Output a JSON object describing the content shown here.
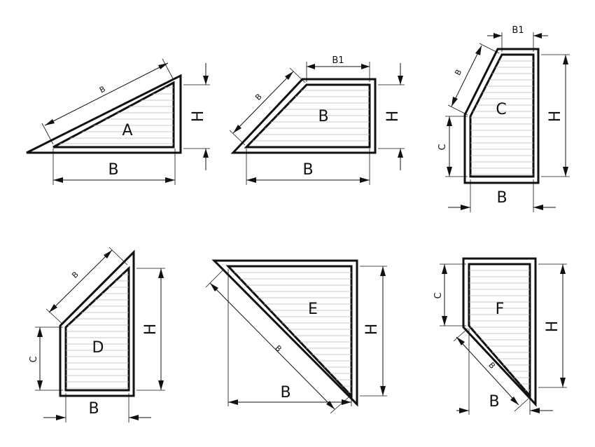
{
  "shapes": {
    "A": {
      "letter": "A",
      "dim_base": "B",
      "dim_height": "H",
      "dim_slope": "B"
    },
    "B": {
      "letter": "B",
      "dim_base": "B",
      "dim_height": "H",
      "dim_slope": "B",
      "dim_top": "B1"
    },
    "C": {
      "letter": "C",
      "dim_base": "B",
      "dim_height": "H",
      "dim_slope": "B",
      "dim_top": "B1",
      "dim_side": "C"
    },
    "D": {
      "letter": "D",
      "dim_base": "B",
      "dim_height": "H",
      "dim_slope": "B",
      "dim_side": "C"
    },
    "E": {
      "letter": "E",
      "dim_base": "B",
      "dim_height": "H",
      "dim_slope": "B"
    },
    "F": {
      "letter": "F",
      "dim_base": "B",
      "dim_height": "H",
      "dim_slope": "B",
      "dim_side": "C"
    }
  },
  "colors": {
    "line": "#111111",
    "hatch": "#b8b8b8",
    "background": "#ffffff"
  }
}
